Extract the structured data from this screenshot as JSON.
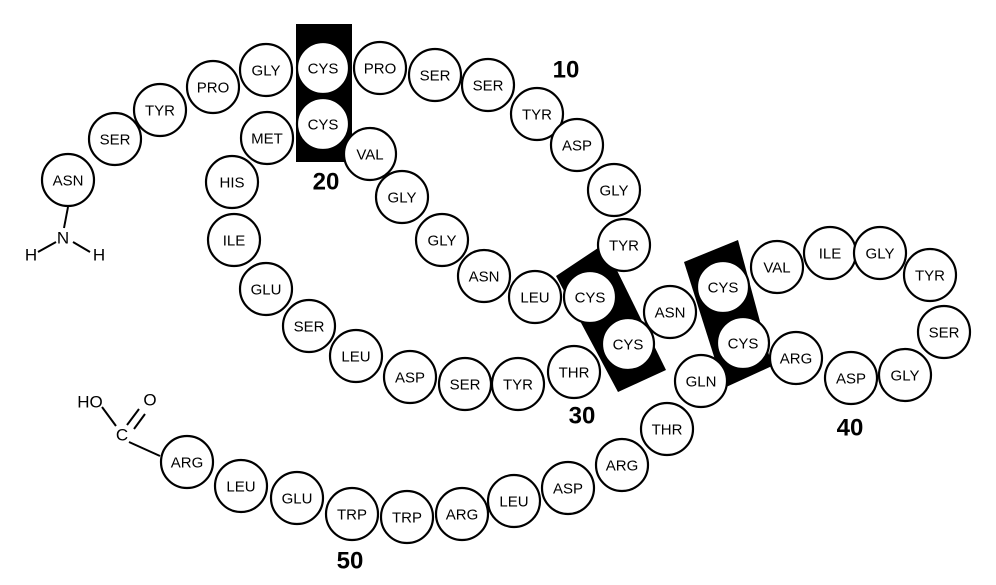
{
  "residues": [
    {
      "id": 1,
      "name": "ASN"
    },
    {
      "id": 2,
      "name": "SER"
    },
    {
      "id": 3,
      "name": "TYR"
    },
    {
      "id": 4,
      "name": "PRO"
    },
    {
      "id": 5,
      "name": "GLY"
    },
    {
      "id": 6,
      "name": "CYS"
    },
    {
      "id": 7,
      "name": "PRO"
    },
    {
      "id": 8,
      "name": "SER"
    },
    {
      "id": 9,
      "name": "SER"
    },
    {
      "id": 10,
      "name": "TYR"
    },
    {
      "id": 11,
      "name": "ASP"
    },
    {
      "id": 12,
      "name": "GLY"
    },
    {
      "id": 13,
      "name": "TYR"
    },
    {
      "id": 14,
      "name": "CYS"
    },
    {
      "id": 15,
      "name": "LEU"
    },
    {
      "id": 16,
      "name": "ASN"
    },
    {
      "id": 17,
      "name": "GLY"
    },
    {
      "id": 18,
      "name": "GLY"
    },
    {
      "id": 19,
      "name": "VAL"
    },
    {
      "id": 20,
      "name": "CYS"
    },
    {
      "id": 21,
      "name": "MET"
    },
    {
      "id": 22,
      "name": "HIS"
    },
    {
      "id": 23,
      "name": "ILE"
    },
    {
      "id": 24,
      "name": "GLU"
    },
    {
      "id": 25,
      "name": "SER"
    },
    {
      "id": 26,
      "name": "LEU"
    },
    {
      "id": 27,
      "name": "ASP"
    },
    {
      "id": 28,
      "name": "SER"
    },
    {
      "id": 29,
      "name": "TYR"
    },
    {
      "id": 30,
      "name": "THR"
    },
    {
      "id": 31,
      "name": "CYS"
    },
    {
      "id": 32,
      "name": "ASN"
    },
    {
      "id": 33,
      "name": "CYS"
    },
    {
      "id": 34,
      "name": "VAL"
    },
    {
      "id": 35,
      "name": "ILE"
    },
    {
      "id": 36,
      "name": "GLY"
    },
    {
      "id": 37,
      "name": "TYR"
    },
    {
      "id": 38,
      "name": "SER"
    },
    {
      "id": 39,
      "name": "GLY"
    },
    {
      "id": 40,
      "name": "ASP"
    },
    {
      "id": 41,
      "name": "ARG"
    },
    {
      "id": 42,
      "name": "CYS"
    },
    {
      "id": 43,
      "name": "GLN"
    },
    {
      "id": 44,
      "name": "THR"
    },
    {
      "id": 45,
      "name": "ARG"
    },
    {
      "id": 46,
      "name": "ASP"
    },
    {
      "id": 47,
      "name": "LEU"
    },
    {
      "id": 48,
      "name": "ARG"
    },
    {
      "id": 49,
      "name": "TRP"
    },
    {
      "id": 50,
      "name": "TRP"
    },
    {
      "id": 51,
      "name": "GLU"
    },
    {
      "id": 52,
      "name": "LEU"
    },
    {
      "id": 53,
      "name": "ARG"
    }
  ],
  "disulfide_bonds": [
    [
      6,
      20
    ],
    [
      14,
      31
    ],
    [
      33,
      42
    ]
  ],
  "position_labels": [
    "10",
    "20",
    "30",
    "40",
    "50"
  ],
  "n_terminus": {
    "n": "N",
    "h1": "H",
    "h2": "H"
  },
  "c_terminus": {
    "ho": "HO",
    "o": "O",
    "c": "C"
  }
}
